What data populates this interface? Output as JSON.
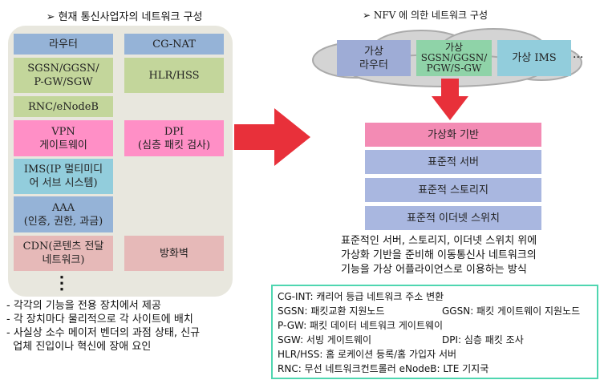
{
  "left": {
    "title": "➢ 현재 통신사업자의 네트워크 구성",
    "col1": [
      "라우터",
      "SGSN/GGSN/\nP-GW/SGW",
      "RNC/eNodeB",
      "VPN\n게이트웨이",
      "IMS(IP 멀티미디\n어 서브 시스템)",
      "AAA\n(인증, 권한, 과금)",
      "CDN(콘텐츠 전달\n네트워크)"
    ],
    "col2": [
      "CG-NAT",
      "HLR/HSS",
      "DPI\n(심층 패킷 검사)",
      "방화벽"
    ],
    "more": "⋮",
    "bullets": [
      "- 각각의 기능을 전용 장치에서 제공",
      "- 각 장치마다 물리적으로 각 사이트에 배치",
      "- 사실상 소수 메이저 벤더의 과점 상태, 신규",
      "  업체 진입이나 혁신에 장애 요인"
    ]
  },
  "right": {
    "title": "➢ NFV 에 의한 네트워크 구성",
    "cloud": [
      "가상\n라우터",
      "가상\nSGSN/GGSN/\nPGW/S-GW",
      "가상 IMS"
    ],
    "more": "···",
    "stack": [
      "가상화 기반",
      "표준적 서버",
      "표준적 스토리지",
      "표준적 이더넷 스위치"
    ],
    "description": "표준적인 서버, 스토리지, 이더넷 스위치 위에\n가상화 기반을 준비해 이동통신사 네트워크의\n기능을 가상 어플라이언스로 이용하는 방식",
    "definitions": [
      "CG-INT: 캐리어 등급 네트워크 주소 변환",
      "SGSN: 패킷교환 지원노드",
      "GGSN: 패킷 게이트웨이 지원노드",
      "P-GW: 패킷 데이터 네트워크 게이트웨이",
      "SGW: 서빙 게이트웨이",
      "DPI: 심층 패킷 조사",
      "HLR/HSS: 홈 로케이션 등록/홈 가입자 서버",
      "RNC: 무선 네트워크컨트롤러 eNodeB: LTE 기지국"
    ]
  },
  "colors": {
    "arrow": "#e8303a",
    "border": "#4fd6b0"
  }
}
